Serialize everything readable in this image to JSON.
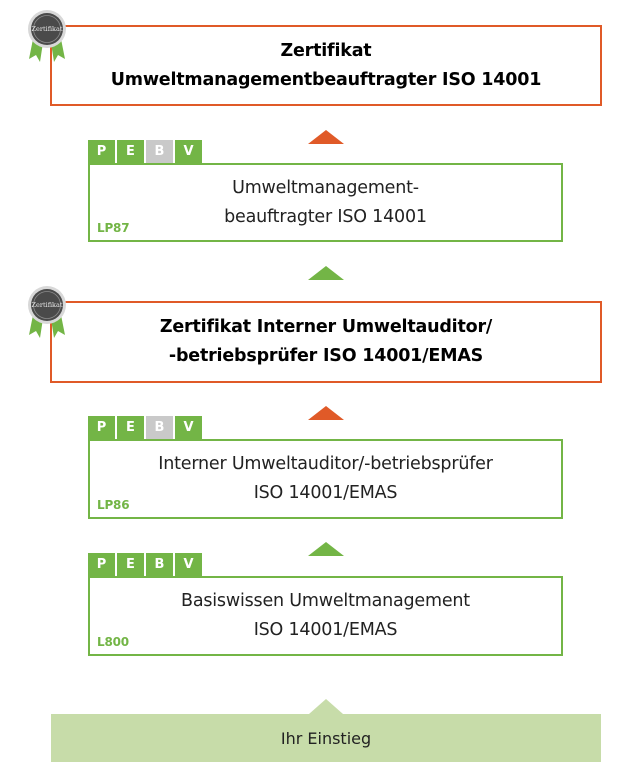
{
  "certificates": [
    {
      "line1": "Zertifikat",
      "line2": "Umweltmanagementbeauftragter ISO 14001",
      "seal_text": "Zertifikat"
    },
    {
      "line1": "Zertifikat Interner Umweltauditor/",
      "line2": "-betriebsprüfer ISO 14001/EMAS",
      "seal_text": "Zertifikat"
    }
  ],
  "courses": [
    {
      "line1": "Umweltmanagement-",
      "line2": "beauftragter ISO 14001",
      "code": "LP87",
      "pebv": [
        {
          "letter": "P",
          "active": true
        },
        {
          "letter": "E",
          "active": true
        },
        {
          "letter": "B",
          "active": false
        },
        {
          "letter": "V",
          "active": true
        }
      ]
    },
    {
      "line1": "Interner Umweltauditor/-betriebsprüfer",
      "line2": "ISO 14001/EMAS",
      "code": "LP86",
      "pebv": [
        {
          "letter": "P",
          "active": true
        },
        {
          "letter": "E",
          "active": true
        },
        {
          "letter": "B",
          "active": false
        },
        {
          "letter": "V",
          "active": true
        }
      ]
    },
    {
      "line1": "Basiswissen Umweltmanagement",
      "line2": "ISO 14001/EMAS",
      "code": "L800",
      "pebv": [
        {
          "letter": "P",
          "active": true
        },
        {
          "letter": "E",
          "active": true
        },
        {
          "letter": "B",
          "active": true
        },
        {
          "letter": "V",
          "active": true
        }
      ]
    }
  ],
  "entry_label": "Ihr Einstieg",
  "colors": {
    "certificate_border": "#e05a28",
    "course_border": "#73b546",
    "pebv_active": "#73b546",
    "pebv_inactive": "#c9c9c9",
    "entry_background": "#c7dca9"
  }
}
